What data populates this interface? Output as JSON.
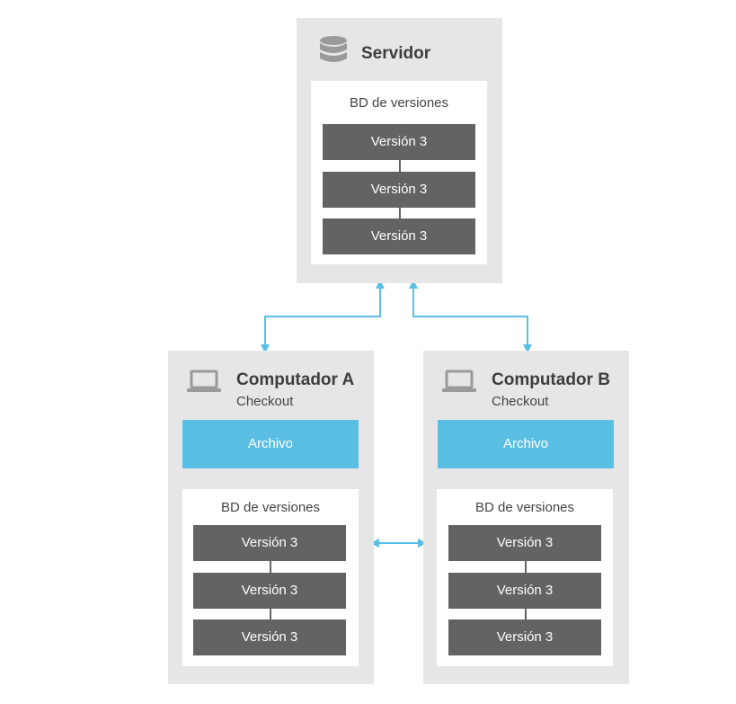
{
  "server": {
    "title": "Servidor",
    "icon": "database-icon",
    "db_label": "BD de versiones",
    "versions": [
      "Versión 3",
      "Versión 3",
      "Versión 3"
    ]
  },
  "computer_a": {
    "title": "Computador A",
    "subtitle": "Checkout",
    "icon": "laptop-icon",
    "file_label": "Archivo",
    "db_label": "BD de versiones",
    "versions": [
      "Versión 3",
      "Versión 3",
      "Versión 3"
    ]
  },
  "computer_b": {
    "title": "Computador B",
    "subtitle": "Checkout",
    "icon": "laptop-icon",
    "file_label": "Archivo",
    "db_label": "BD de versiones",
    "versions": [
      "Versión 3",
      "Versión 3",
      "Versión 3"
    ]
  },
  "colors": {
    "panel_bg": "#e6e6e6",
    "version_box": "#636363",
    "file_box": "#5bbfe3",
    "arrow": "#5bbfe3",
    "icon_gray": "#9a9a9a"
  }
}
